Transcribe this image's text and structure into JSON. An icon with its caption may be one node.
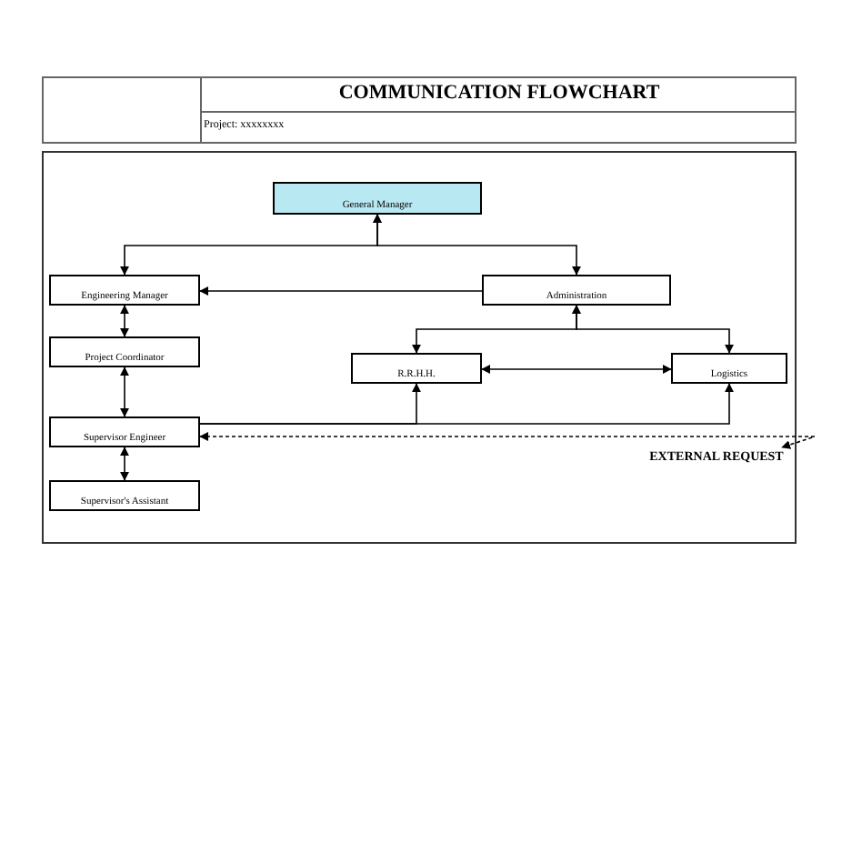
{
  "diagram": {
    "title": "COMMUNICATION FLOWCHART",
    "nodes": [
      {
        "text": [
          "General Manager"
        ]
      },
      {
        "text": [
          "Engineering Manager"
        ]
      },
      {
        "text": [
          "Administration"
        ]
      },
      {
        "text": [
          "Project Coordinator"
        ]
      },
      {
        "text": [
          "R.R.H.H."
        ]
      },
      {
        "text": [
          "Logistics"
        ]
      },
      {
        "text": [
          "Supervisor Engineer"
        ]
      },
      {
        "text": [
          "Supervisor's Assistant"
        ]
      },
      {
        "text": [
          "EXTERNAL REQUEST"
        ]
      }
    ],
    "edges": [
      {
        "from": 0,
        "to": 1,
        "arrow": "both"
      },
      {
        "from": 0,
        "to": 2,
        "arrow": "both"
      },
      {
        "from": 2,
        "to": 1,
        "arrow": "to"
      },
      {
        "from": 1,
        "to": 3,
        "arrow": "both"
      },
      {
        "from": 3,
        "to": 6,
        "arrow": "both"
      },
      {
        "from": 6,
        "to": 7,
        "arrow": "both"
      },
      {
        "from": 2,
        "to": 4,
        "arrow": "both"
      },
      {
        "from": 2,
        "to": 5,
        "arrow": "both"
      },
      {
        "from": 4,
        "to": 5,
        "arrow": "both"
      },
      {
        "from": 6,
        "to": 4,
        "arrow": "to"
      },
      {
        "from": 6,
        "to": 5,
        "arrow": "to"
      },
      {
        "from": 6,
        "to": 8,
        "arrow": "both",
        "style": "dashed"
      }
    ],
    "labels": [
      "Project: xxxxxxxx"
    ]
  }
}
